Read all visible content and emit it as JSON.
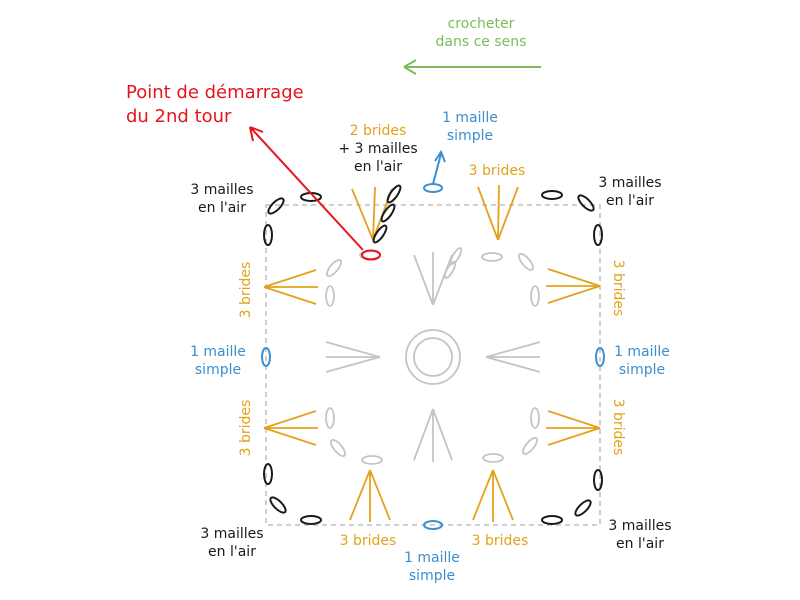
{
  "colors": {
    "black": "#1a1a1a",
    "orange": "#e3a21a",
    "blue": "#3a8fd0",
    "gray": "#c4c4c4",
    "green": "#7dbb5a",
    "red": "#e8141c",
    "dashed": "#b3b3b3"
  },
  "direction": {
    "line1": "crocheter",
    "line2": "dans ce sens"
  },
  "start_label": {
    "line1": "Point de démarrage",
    "line2": "du 2nd tour"
  },
  "labels": {
    "top_brides_ch": {
      "line1": "2 brides",
      "line2": "+ 3 mailles",
      "line3": "en l'air"
    },
    "top_sc": {
      "line1": "1 maille",
      "line2": "simple"
    },
    "top_right_brides": "3 brides",
    "corner_tl": {
      "line1": "3 mailles",
      "line2": "en l'air"
    },
    "corner_tr": {
      "line1": "3 mailles",
      "line2": "en l'air"
    },
    "corner_bl": {
      "line1": "3 mailles",
      "line2": "en l'air"
    },
    "corner_br": {
      "line1": "3 mailles",
      "line2": "en l'air"
    },
    "left_brides_top": "3 brides",
    "left_brides_bottom": "3 brides",
    "left_sc": {
      "line1": "1 maille",
      "line2": "simple"
    },
    "right_brides_top": "3 brides",
    "right_brides_bottom": "3 brides",
    "right_sc": {
      "line1": "1 maille",
      "line2": "simple"
    },
    "bottom_brides_left": "3 brides",
    "bottom_brides_right": "3 brides",
    "bottom_sc": {
      "line1": "1 maille",
      "line2": "simple"
    }
  }
}
